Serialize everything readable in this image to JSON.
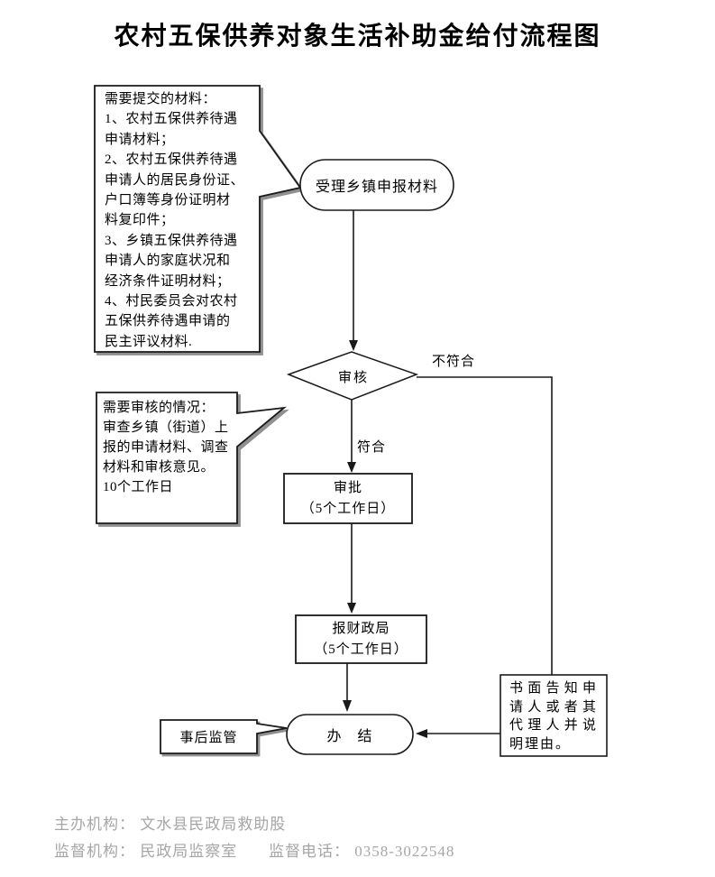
{
  "title": "农村五保供养对象生活补助金给付流程图",
  "callouts": {
    "materials": {
      "text": "需要提交的材料：\n1、农村五保供养待遇\n申请材料；\n2、农村五保供养待遇\n申请人的居民身份证、\n户口簿等身份证明材\n料复印件；\n3、乡镇五保供养待遇\n申请人的家庭状况和\n经济条件证明材料；\n4、村民委员会对农村\n五保供养待遇申请的\n民主评议材料."
    },
    "review_note": {
      "text": "需要审核的情况：\n审查乡镇（街道）上\n报的申请材料、调查\n材料和审核意见。\n10个工作日"
    },
    "post_supervision": {
      "label": "事后监管"
    }
  },
  "nodes": {
    "accept": {
      "label": "受理乡镇申报材料"
    },
    "review": {
      "label": "审核"
    },
    "approve": {
      "label": "审批\n（5个工作日）"
    },
    "finance": {
      "label": "报财政局\n（5个工作日）"
    },
    "finish": {
      "label": "办　结"
    },
    "notify": {
      "label": "书面告知申请人或者其代理人并说明理由。"
    }
  },
  "edges": {
    "reject_label": "不符合",
    "accept_label": "符合"
  },
  "footer": {
    "organizer": "主办机构： 文水县民政局救助股",
    "supervisor": "监督机构： 民政局监察室",
    "phone": "监督电话： 0358-3022548"
  },
  "colors": {
    "line": "#1a1a1a",
    "shadow": "#909090",
    "footer": "#a6a6a6"
  }
}
